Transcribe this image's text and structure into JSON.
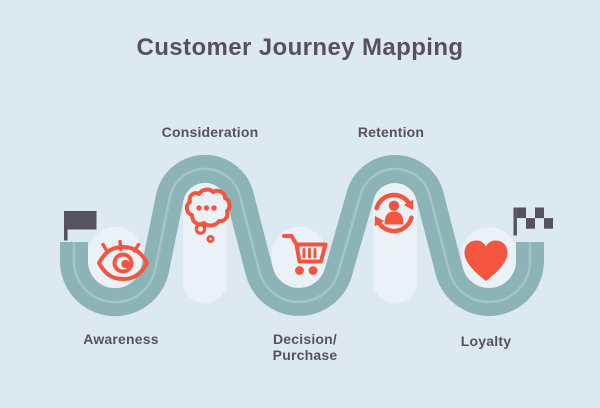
{
  "title": "Customer Journey Mapping",
  "stages": [
    {
      "id": "awareness",
      "label": "Awareness",
      "icon": "eye-icon"
    },
    {
      "id": "consideration",
      "label": "Consideration",
      "icon": "thought-bubble-icon"
    },
    {
      "id": "decision",
      "label": "Decision/",
      "label_line2": "Purchase",
      "icon": "shopping-cart-icon"
    },
    {
      "id": "retention",
      "label": "Retention",
      "icon": "user-cycle-icon"
    },
    {
      "id": "loyalty",
      "label": "Loyalty",
      "icon": "heart-icon"
    }
  ],
  "markers": {
    "start": "flag-icon",
    "finish": "checkered-flag-icon"
  },
  "colors": {
    "background": "#dde9f1",
    "pocket": "#eaf2f7",
    "road": "#8cb4b7",
    "road_line": "#a3c5c7",
    "accent": "#f4553e",
    "dark": "#565161"
  }
}
